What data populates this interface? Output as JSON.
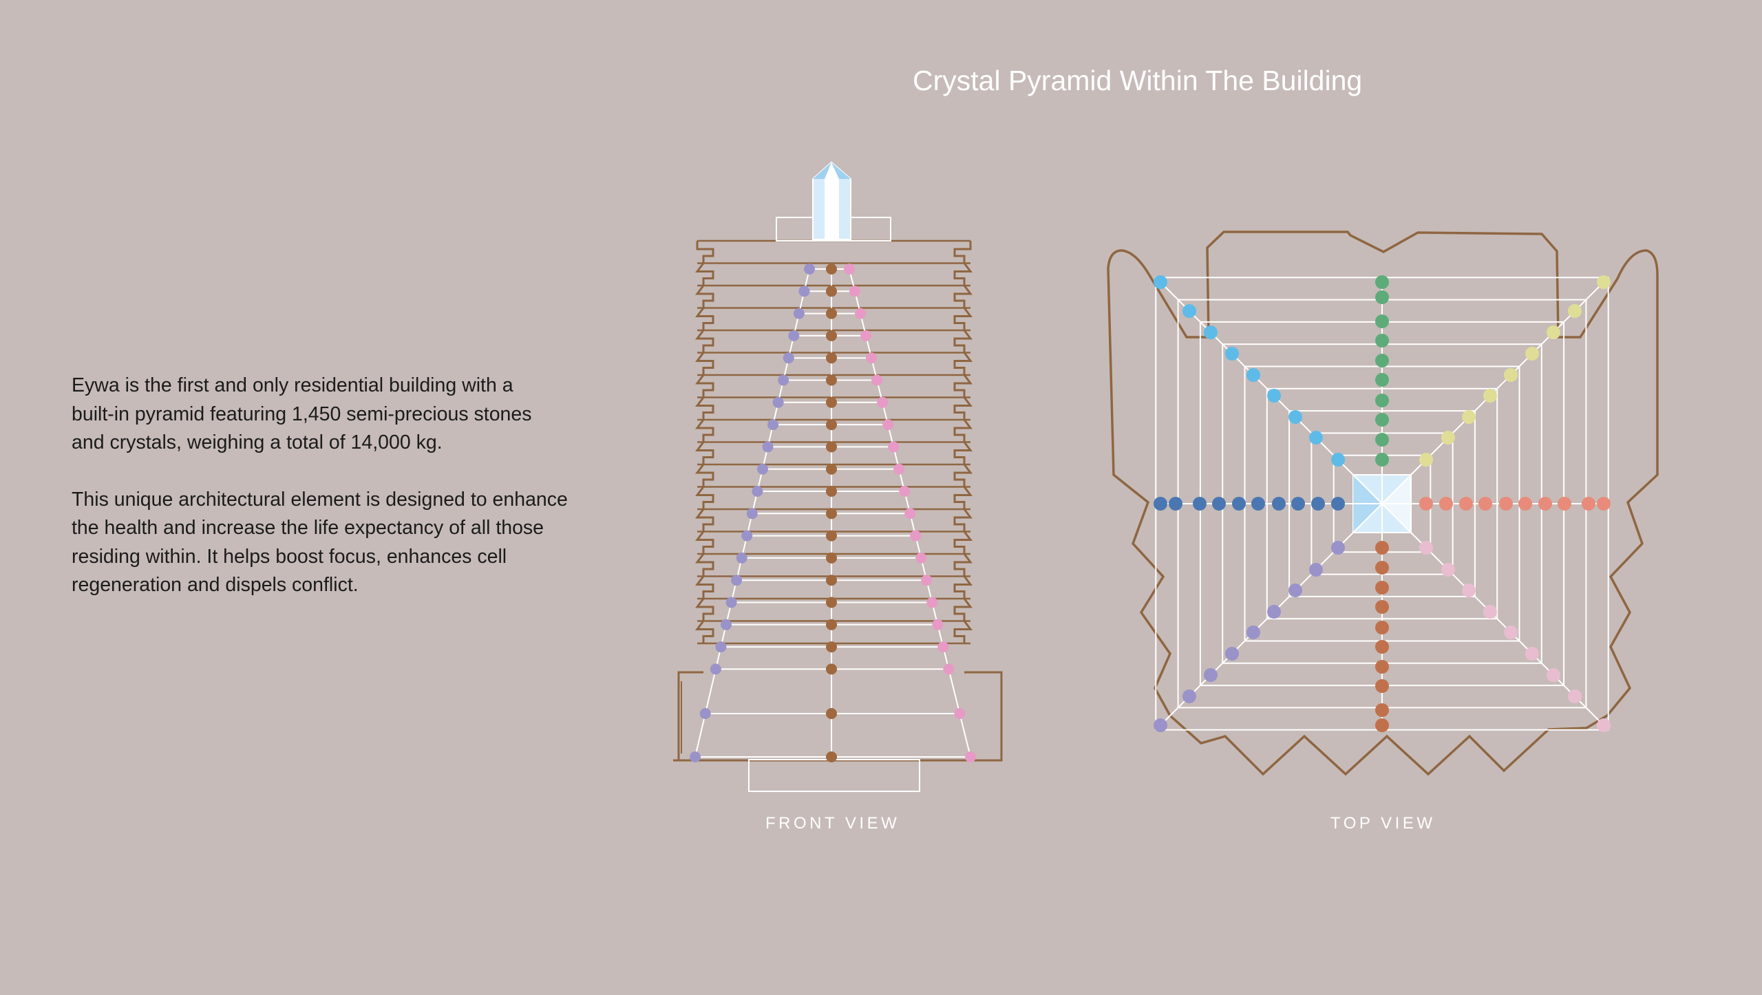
{
  "header": {
    "faint_left": "",
    "faint_right": ""
  },
  "title": "Crystal Pyramid Within The Building",
  "body": {
    "paragraph_1": "Eywa is the first and only residential building with a\nbuilt-in pyramid featuring 1,450 semi-precious stones\nand crystals, weighing a total of 14,000 kg.",
    "paragraph_2": "This unique architectural element is designed to enhance\nthe health and increase the life expectancy of all those\n residing within. It helps boost focus, enhances cell\nregeneration and dispels conflict."
  },
  "labels": {
    "front_view": "FRONT VIEW",
    "top_view": "TOP VIEW"
  },
  "colors": {
    "background": "#c6bbb8",
    "outline": "#8f6642",
    "line": "#ffffff",
    "crystal": "#d6ecfa",
    "crystal_shade": "#9fd1f0",
    "lavender": "#9a93c9",
    "brown": "#a0683e",
    "pink": "#e79ac5",
    "sky": "#5ebbe8",
    "green": "#5eab7a",
    "yellow": "#e0de96",
    "navy": "#4a77b2",
    "salmon": "#e88b7a",
    "rust": "#c0714c",
    "light_pink": "#e9bdd0"
  }
}
